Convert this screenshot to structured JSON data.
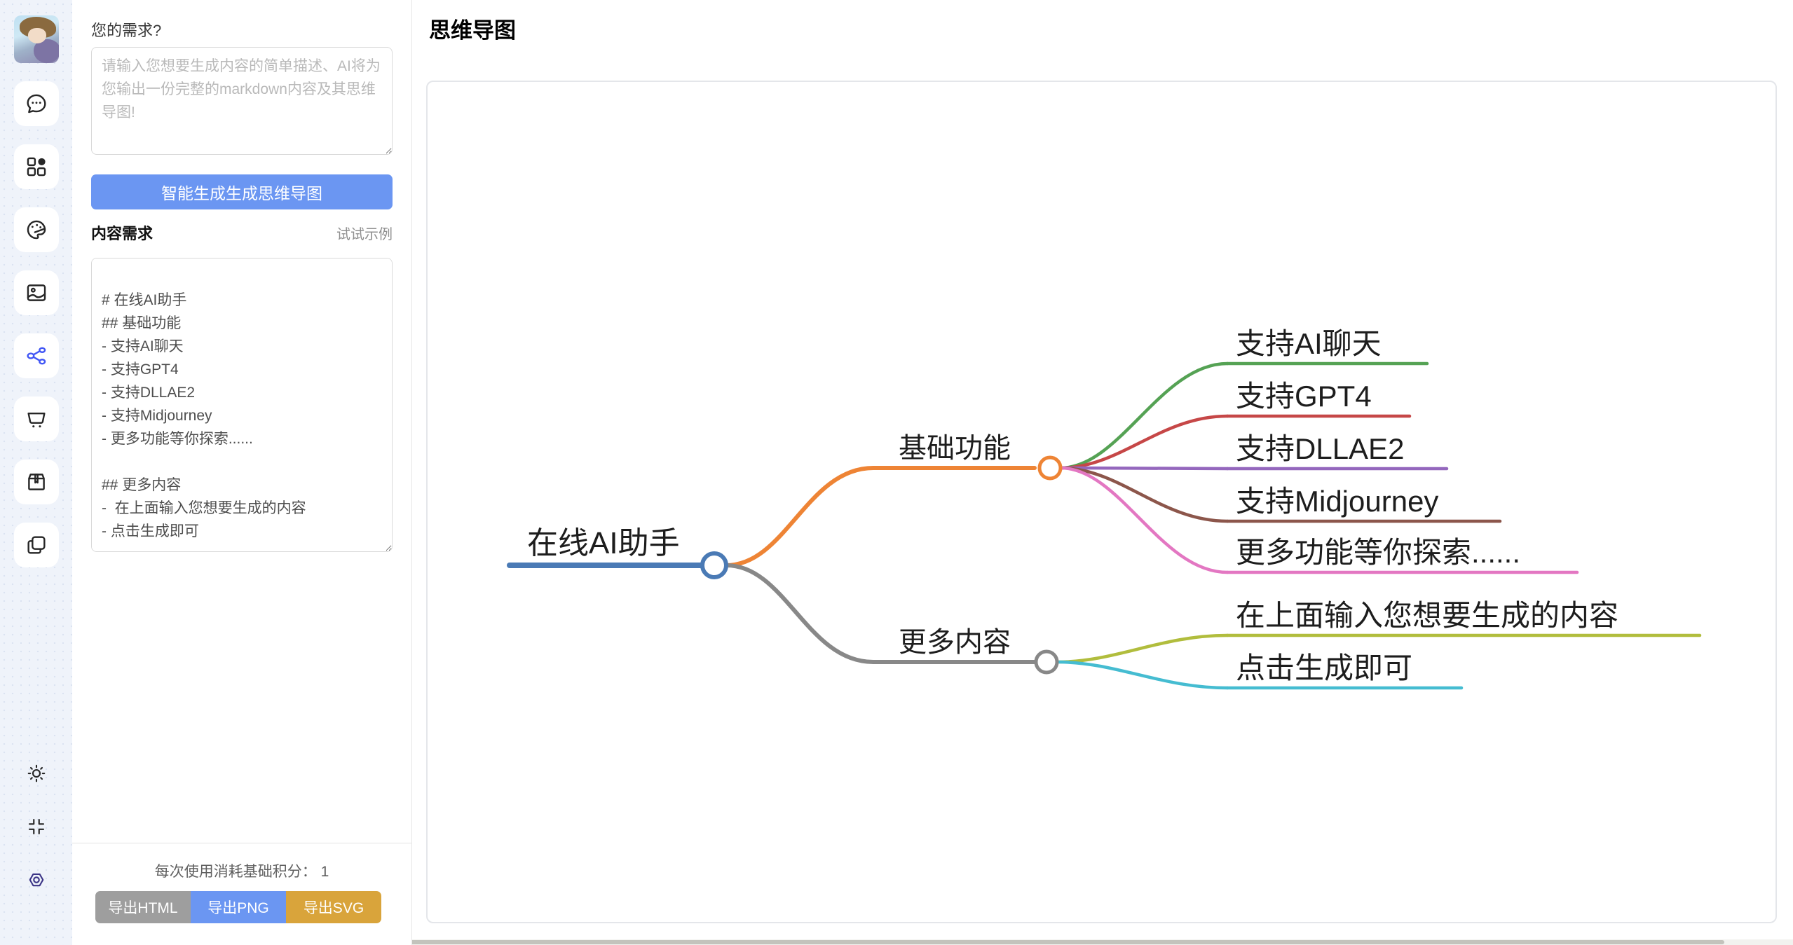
{
  "sidebar": {
    "icons": [
      {
        "name": "chat-icon"
      },
      {
        "name": "apps-grid-icon"
      },
      {
        "name": "palette-icon"
      },
      {
        "name": "image-icon"
      },
      {
        "name": "mindmap-share-icon",
        "active": true
      },
      {
        "name": "cart-icon"
      },
      {
        "name": "package-icon"
      },
      {
        "name": "copy-icon"
      }
    ],
    "bottom_icons": [
      {
        "name": "theme-sun-icon"
      },
      {
        "name": "collapse-icon"
      },
      {
        "name": "settings-nut-icon"
      }
    ]
  },
  "panel": {
    "requirement_label": "您的需求?",
    "requirement_placeholder": "请输入您想要生成内容的简单描述、AI将为您输出一份完整的markdown内容及其思维导图!",
    "generate_button": "智能生成生成思维导图",
    "content_label": "内容需求",
    "example_link": "试试示例",
    "content_value": "\n# 在线AI助手\n## 基础功能\n- 支持AI聊天\n- 支持GPT4\n- 支持DLLAE2\n- 支持Midjourney\n- 更多功能等你探索......\n\n## 更多内容\n-  在上面输入您想要生成的内容\n- 点击生成即可\n",
    "footer": {
      "cost_label": "每次使用消耗基础积分：",
      "cost_value": "1",
      "export_html": "导出HTML",
      "export_png": "导出PNG",
      "export_svg": "导出SVG"
    }
  },
  "main": {
    "title": "思维导图"
  },
  "colors": {
    "generate_button": "#6b96f2",
    "export_html": "#9e9e9e",
    "export_png": "#6b96f2",
    "export_svg": "#d9a43b",
    "active_icon": "#4257f5",
    "settings_icon": "#3b3486"
  },
  "mindmap": {
    "root": {
      "label": "在线AI助手",
      "color": "#4a7ab5",
      "children": [
        {
          "label": "基础功能",
          "color": "#ee8435",
          "children": [
            {
              "label": "支持AI聊天",
              "color": "#55a254"
            },
            {
              "label": "支持GPT4",
              "color": "#c64747"
            },
            {
              "label": "支持DLLAE2",
              "color": "#9467bd"
            },
            {
              "label": "支持Midjourney",
              "color": "#8c564b"
            },
            {
              "label": "更多功能等你探索......",
              "color": "#e377c2"
            }
          ]
        },
        {
          "label": "更多内容",
          "color": "#888888",
          "children": [
            {
              "label": "在上面输入您想要生成的内容",
              "color": "#b1bd3d"
            },
            {
              "label": "点击生成即可",
              "color": "#45bcd1"
            }
          ]
        }
      ]
    }
  }
}
